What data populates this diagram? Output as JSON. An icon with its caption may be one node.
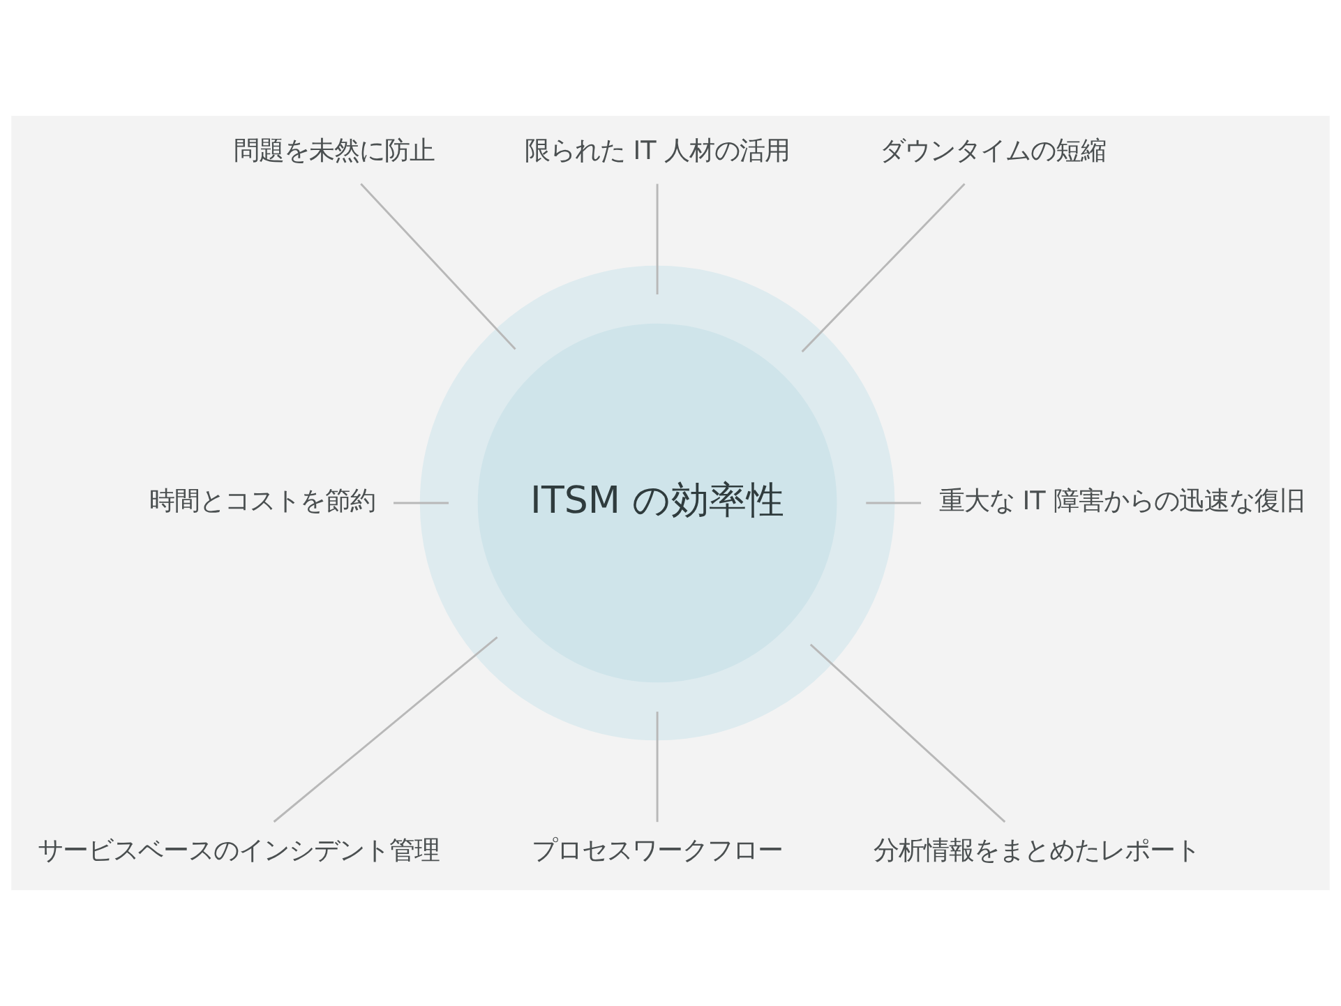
{
  "diagram": {
    "nodes": [
      {
        "text": [
          "問題を未然に防止"
        ]
      },
      {
        "text": [
          "限られた IT 人材の活用"
        ]
      },
      {
        "text": [
          "ダウンタイムの短縮"
        ]
      },
      {
        "text": [
          "時間とコストを節約"
        ]
      },
      {
        "text": [
          "ITSM の効率性"
        ]
      },
      {
        "text": [
          "重大な IT 障害からの迅速な復旧"
        ]
      },
      {
        "text": [
          "サービスベースのインシデント管理"
        ]
      },
      {
        "text": [
          "プロセスワークフロー"
        ]
      },
      {
        "text": [
          "分析情報をまとめたレポート"
        ]
      }
    ],
    "edges": [
      {
        "from": 0,
        "to": 4,
        "arrow": "none"
      },
      {
        "from": 1,
        "to": 4,
        "arrow": "none"
      },
      {
        "from": 2,
        "to": 4,
        "arrow": "none"
      },
      {
        "from": 3,
        "to": 4,
        "arrow": "none"
      },
      {
        "from": 4,
        "to": 5,
        "arrow": "none"
      },
      {
        "from": 4,
        "to": 6,
        "arrow": "none"
      },
      {
        "from": 4,
        "to": 7,
        "arrow": "none"
      },
      {
        "from": 4,
        "to": 8,
        "arrow": "none"
      }
    ]
  }
}
